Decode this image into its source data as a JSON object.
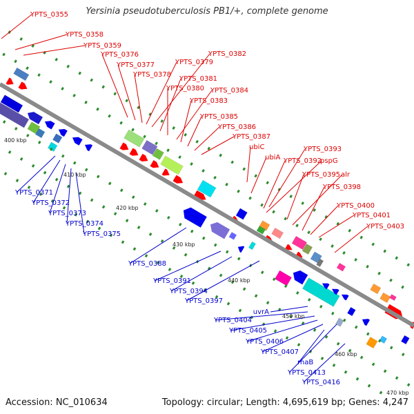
{
  "title": "Yersinia pseudotuberculosis PB1/+, complete genome",
  "footer": {
    "accession": "Accession: NC_010634",
    "info": "Topology: circular; Length: 4,695,619 bp; Genes: 4,247"
  },
  "colors": {
    "top_label": "#dd0000",
    "bottom_label": "#0000cc",
    "backbone": "#888888",
    "tick_dot": "#2e8b2e",
    "kbp_label": "#222222"
  },
  "kbp_markers": [
    "400 kbp",
    "410 kbp",
    "420 kbp",
    "430 kbp",
    "440 kbp",
    "450 kbp",
    "460 kbp",
    "470 kbp"
  ],
  "top_labels": [
    "YPTS_0355",
    "YPTS_0358",
    "YPTS_0359",
    "YPTS_0376",
    "YPTS_0377",
    "YPTS_0378",
    "YPTS_0379",
    "YPTS_0382",
    "YPTS_0381",
    "YPTS_0380",
    "YPTS_0384",
    "YPTS_0383",
    "YPTS_0385",
    "YPTS_0386",
    "YPTS_0387",
    "ubiC",
    "ubiA",
    "YPTS_0393",
    "YPTS_0392",
    "pspG",
    "YPTS_0395",
    "alr",
    "YPTS_0398",
    "YPTS_0400",
    "YPTS_0401",
    "YPTS_0403"
  ],
  "bottom_labels": [
    "YPTS_0371",
    "YPTS_0372",
    "YPTS_0373",
    "YPTS_0374",
    "YPTS_0375",
    "YPTS_0388",
    "YPTS_0391",
    "YPTS_0394",
    "YPTS_0397",
    "uvrA",
    "YPTS_0404",
    "YPTS_0405",
    "YPTS_0406",
    "YPTS_0407",
    "rhaB",
    "YPTS_0413",
    "YPTS_0416"
  ]
}
